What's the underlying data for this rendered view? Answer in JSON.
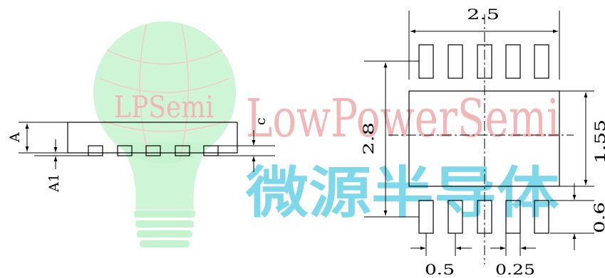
{
  "watermark": {
    "logo_text": "LPSemi",
    "brand_text": "LowPowerSemi",
    "cn_text": "微源半导体",
    "colors": {
      "bulb_green": "#b9f0c4",
      "brand_red": "#f2b6b6",
      "cn_cyan": "#7fd8ea"
    }
  },
  "side_view": {
    "labels": {
      "a": "A",
      "a1": "A1",
      "c": "c"
    }
  },
  "top_view": {
    "labels": {
      "width": "2.5",
      "height": "2.8",
      "body_height": "1.55",
      "lead_length": "0.6",
      "pitch": "0.5",
      "lead_width": "0.25"
    }
  }
}
